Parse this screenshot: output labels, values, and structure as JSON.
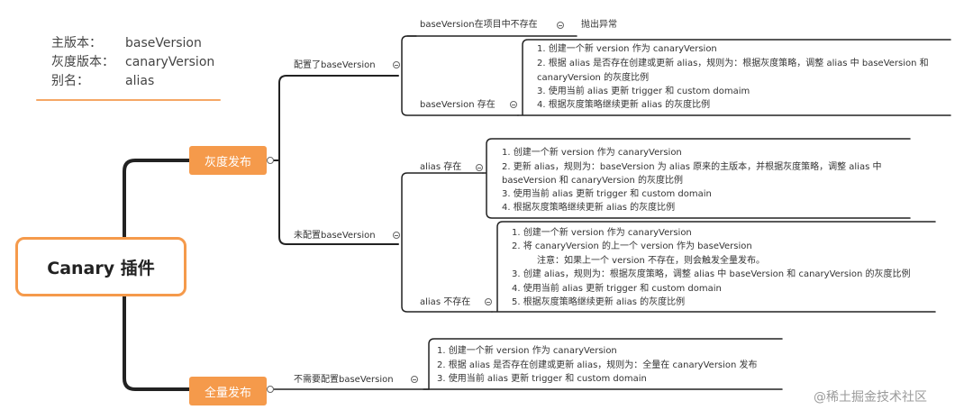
{
  "legend": [
    {
      "key": "主版本：",
      "value": "baseVersion"
    },
    {
      "key": "灰度版本：",
      "value": "canaryVersion"
    },
    {
      "key": "别名：",
      "value": "alias"
    }
  ],
  "root": {
    "label": "Canary 插件"
  },
  "gray": {
    "label": "灰度发布",
    "configured": {
      "label": "配置了baseVersion",
      "not_exist": {
        "label": "baseVersion在项目中不存在",
        "result": "抛出异常"
      },
      "exists": {
        "label": "baseVersion 存在",
        "steps": [
          "1. 创建一个新 version 作为 canaryVersion",
          "2. 根据 alias 是否存在创建或更新 alias，规则为：根据灰度策略，调整 alias 中 baseVersion 和",
          "canaryVersion 的灰度比例",
          "3. 使用当前 alias 更新 trigger 和 custom domaim",
          "4. 根据灰度策略继续更新 alias 的灰度比例"
        ]
      }
    },
    "unconfigured": {
      "label": "未配置baseVersion",
      "alias_exists": {
        "label": "alias 存在",
        "steps": [
          "1. 创建一个新 version 作为 canaryVersion",
          "2. 更新 alias，规则为：baseVersion 为 alias 原来的主版本，并根据灰度策略，调整 alias 中",
          "baseVersion 和 canaryVersion 的灰度比例",
          "3. 使用当前 alias 更新 trigger 和 custom domain",
          "4. 根据灰度策略继续更新 alias 的灰度比例"
        ]
      },
      "alias_missing": {
        "label": "alias 不存在",
        "steps": [
          "1. 创建一个新 version 作为 canaryVersion",
          "2. 将 canaryVersion 的上一个 version 作为 baseVersion",
          "注意：如果上一个 version 不存在，则会触发全量发布。",
          "3. 创建 alias，规则为：根据灰度策略，调整 alias 中 baseVersion 和 canaryVersion 的灰度比例",
          "4. 使用当前 alias 更新 trigger 和 custom domain",
          "5. 根据灰度策略继续更新 alias 的灰度比例"
        ]
      }
    }
  },
  "full": {
    "label": "全量发布",
    "no_config": {
      "label": "不需要配置baseVersion",
      "steps": [
        "1. 创建一个新 version 作为 canaryVersion",
        "2. 根据 alias 是否存在创建或更新 alias，规则为：全量在 canaryVersion 发布",
        "3. 使用当前 alias 更新 trigger 和 custom domain"
      ]
    }
  },
  "watermark": "@稀土掘金技术社区"
}
